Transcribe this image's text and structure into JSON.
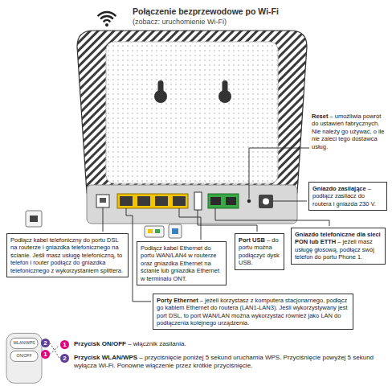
{
  "diagram": {
    "title": "Połączenie bezprzewodowe po Wi-Fi",
    "nodes": [
      {
        "text": [
          "Podłącz kabel telefoniczny do portu DSL na routerze i gniazdka telefonicznego na ścianie. Jeśli masz usługę telefoniczną, to telefon i router podłącz do gniazdka telefonicznego z wykorzystaniem splittera."
        ]
      },
      {
        "text": [
          "Podłącz kabel Ethernet do portu WAN/LAN4 w routerze oraz gniazdka Ethernet na ścianie lub gniazdka Ethernet w terminalu ONT."
        ]
      },
      {
        "text": [
          "Port USB – do portu można podłączyć dysk USB."
        ]
      },
      {
        "text": [
          "Porty Ethernet – jeżeli korzystasz z komputera stacjonarnego, podłącz go kablem Ethernet do routera (LAN1-LAN3). Jeśli wykorzystywany jest port DSL, to port WAN/LAN można wykorzystać również jako LAN do podłączenia kolejnego urządzenia."
        ]
      },
      {
        "text": [
          "Gniazdo telefoniczne dla sieci PON lub ETTH – jeżeli masz usługę głosową, podłącz swój telefon do portu Phone 1."
        ]
      },
      {
        "text": [
          "Gniazdo zasilające – podłącz zasilacz do routera i gniazda 230 V."
        ]
      }
    ],
    "labels": [
      "(zobacz: uruchomienie Wi-Fi)",
      "Reset – umożliwia powrót do ustawień fabrycznych. Nie należy go używać, o ile nie zaleci tego dostawca usług.",
      "WLAN/WPS",
      "ON/OFF",
      "2",
      "1",
      "1",
      "Przycisk ON/OFF – włącznik zasilania.",
      "2",
      "Przycisk WLAN/WPS – przyciśnięcie poniżej 5 sekund uruchamia WPS. Przyciśnięcie powyżej 5 sekund wyłącza Wi-Fi. Ponowne włączenie przez krótkie przyciśnięcie."
    ]
  }
}
